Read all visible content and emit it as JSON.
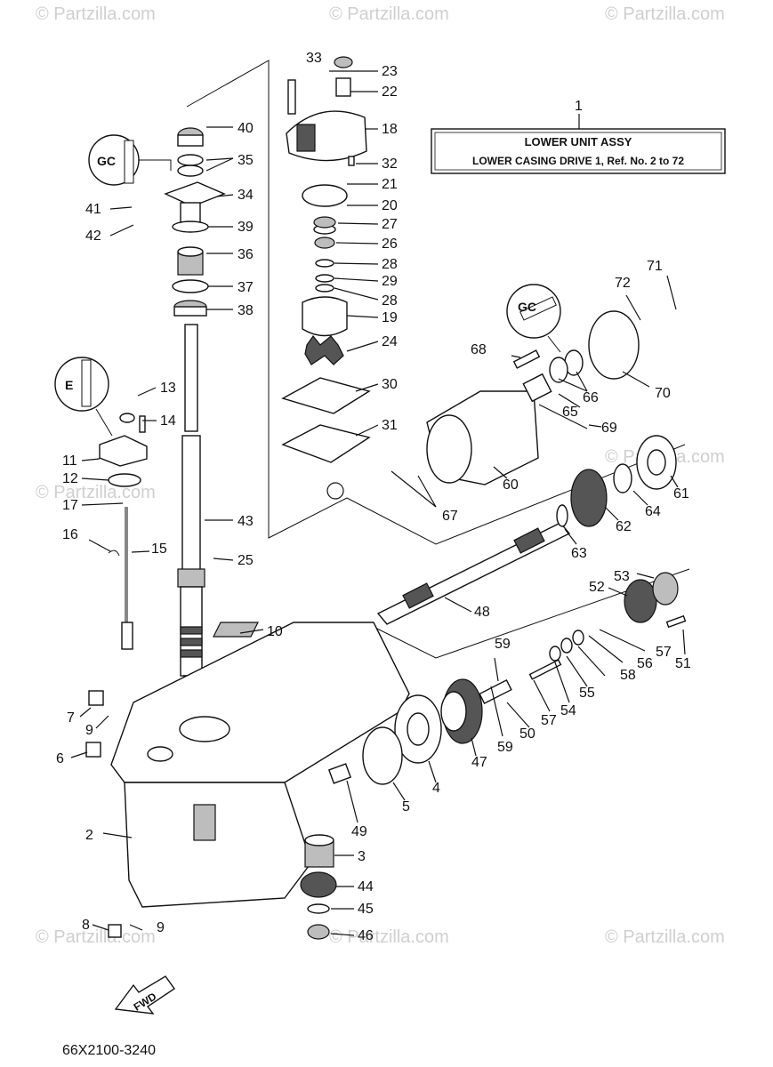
{
  "title_box": {
    "ref": "1",
    "line1": "LOWER UNIT ASSY",
    "line2": "LOWER CASING DRIVE 1,  Ref. No. 2 to 72"
  },
  "diagram_code": "66X2100-3240",
  "fwd_label": "FWD",
  "watermark": "© Partzilla.com",
  "inset_labels": [
    "GC",
    "GC",
    "E"
  ],
  "callouts": [
    "1",
    "2",
    "3",
    "4",
    "5",
    "6",
    "7",
    "8",
    "9",
    "9",
    "10",
    "11",
    "12",
    "13",
    "14",
    "15",
    "16",
    "17",
    "18",
    "19",
    "20",
    "21",
    "22",
    "23",
    "24",
    "25",
    "26",
    "27",
    "28",
    "28",
    "29",
    "30",
    "31",
    "32",
    "33",
    "34",
    "35",
    "36",
    "37",
    "38",
    "39",
    "40",
    "41",
    "42",
    "43",
    "44",
    "45",
    "46",
    "47",
    "48",
    "49",
    "50",
    "51",
    "52",
    "53",
    "54",
    "55",
    "56",
    "57",
    "57",
    "58",
    "59",
    "59",
    "60",
    "61",
    "62",
    "63",
    "64",
    "65",
    "66",
    "67",
    "68",
    "69",
    "70",
    "71",
    "72"
  ]
}
